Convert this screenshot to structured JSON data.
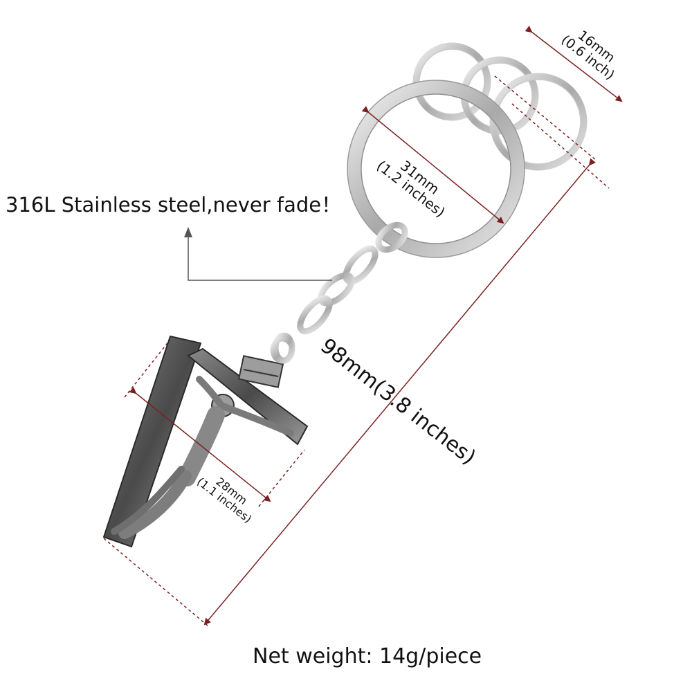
{
  "annotations": {
    "material": "316L Stainless steel,never fade！",
    "net_weight": "Net weight: 14g/piece",
    "small_ring_mm": "16mm",
    "small_ring_in": "(0.6 inch)",
    "large_ring_mm": "31mm",
    "large_ring_in": "(1.2 inches)",
    "total_length": "98mm(3.8 inches)",
    "cross_width_mm": "28mm",
    "cross_width_in": "(1.1 inches)"
  },
  "colors": {
    "dimension_line": "#7a2020",
    "leader_line": "#555555",
    "metal": "#b8b8b8",
    "dark_metal": "#3a3a3a"
  }
}
